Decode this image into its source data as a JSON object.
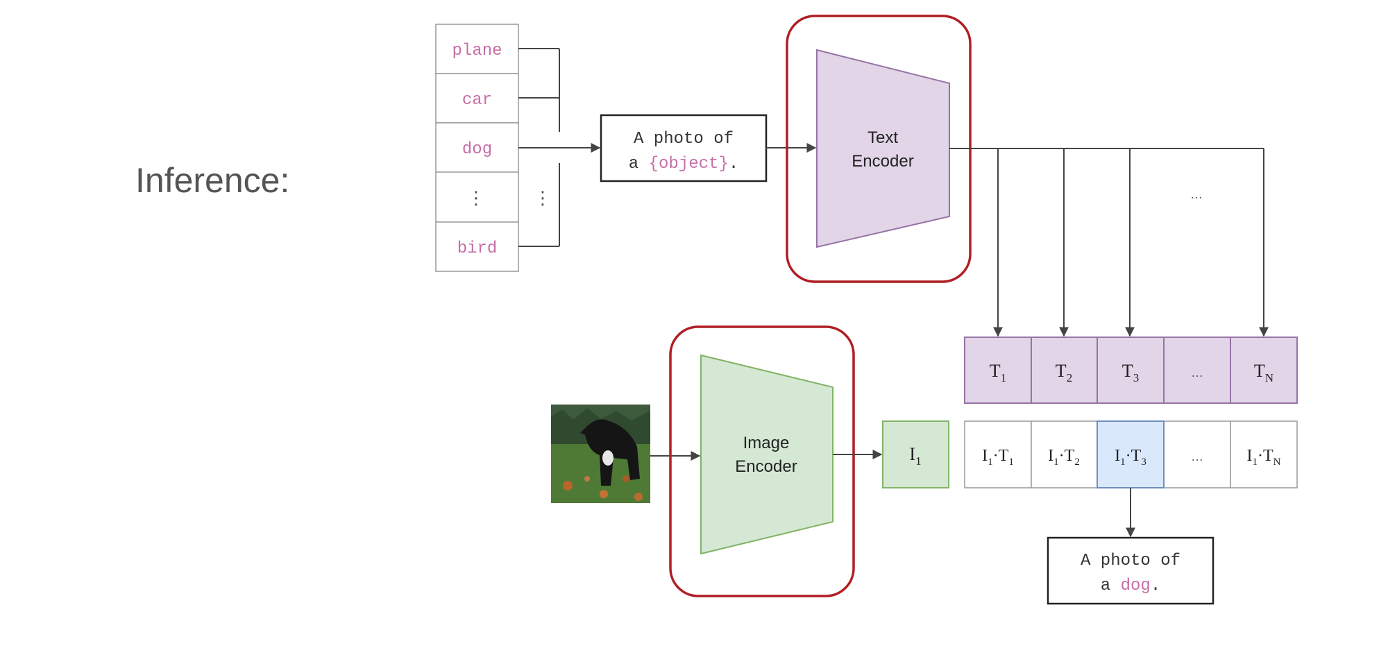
{
  "heading": "Inference:",
  "labels": [
    {
      "text": "plane"
    },
    {
      "text": "car"
    },
    {
      "text": "dog"
    },
    {
      "text": "bird"
    }
  ],
  "ellipsis_vertical": "⋮",
  "template": {
    "line1": "A photo of",
    "line2_prefix": "a ",
    "line2_highlight": "{object}",
    "line2_suffix": "."
  },
  "text_encoder": {
    "line1": "Text",
    "line2": "Encoder"
  },
  "image_encoder": {
    "line1": "Image",
    "line2": "Encoder"
  },
  "image_embedding": {
    "base": "I",
    "sub": "1"
  },
  "text_embeddings": [
    {
      "base": "T",
      "sub": "1"
    },
    {
      "base": "T",
      "sub": "2"
    },
    {
      "base": "T",
      "sub": "3"
    },
    {
      "base": "…",
      "sub": ""
    },
    {
      "base": "T",
      "sub": "N"
    }
  ],
  "text_embedding_ellipsis": "…",
  "similarities": [
    {
      "a": "I",
      "asub": "1",
      "b": "T",
      "bsub": "1",
      "highlight": false
    },
    {
      "a": "I",
      "asub": "1",
      "b": "T",
      "bsub": "2",
      "highlight": false
    },
    {
      "a": "I",
      "asub": "1",
      "b": "T",
      "bsub": "3",
      "highlight": true
    },
    {
      "ellipsis": "…"
    },
    {
      "a": "I",
      "asub": "1",
      "b": "T",
      "bsub": "N",
      "highlight": false
    }
  ],
  "prediction": {
    "line1": "A photo of",
    "line2_prefix": "a ",
    "line2_highlight": "dog",
    "line2_suffix": "."
  },
  "colors": {
    "text_encoder_fill": "#e1d5e7",
    "text_encoder_stroke": "#9673a6",
    "image_encoder_fill": "#d5e8d4",
    "image_encoder_stroke": "#82b366",
    "highlight_cell_fill": "#dae8fc",
    "highlight_cell_stroke": "#6c8ebf",
    "focus_outline": "#b01e24",
    "label_text": "#c76fa8",
    "line": "#444444"
  }
}
